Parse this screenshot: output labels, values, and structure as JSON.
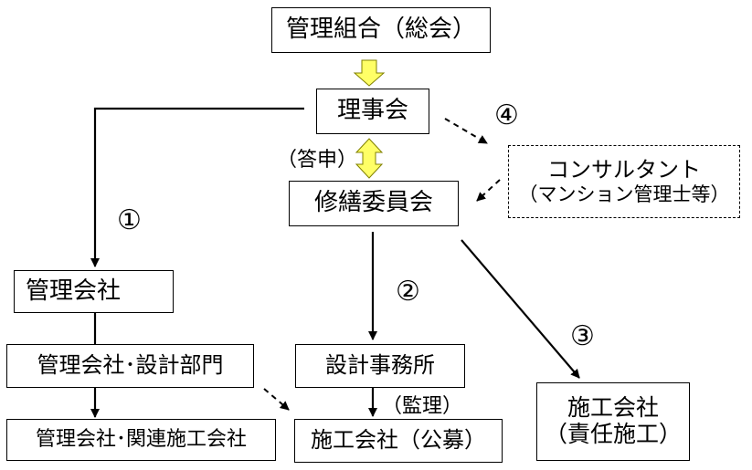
{
  "nodes": {
    "general_meeting": "管理組合（総会）",
    "board": "理事会",
    "repair_committee": "修繕委員会",
    "consultant_line1": "コンサルタント",
    "consultant_line2": "（マンション管理士等）",
    "mgmt_company": "管理会社",
    "mgmt_design_dept": "管理会社･設計部門",
    "mgmt_related_contractor": "管理会社･関連施工会社",
    "design_office": "設計事務所",
    "contractor_public": "施工会社（公募）",
    "contractor_resp_line1": "施工会社",
    "contractor_resp_line2": "（責任施工）"
  },
  "labels": {
    "report": "（答申）",
    "supervision": "（監理）"
  },
  "route_numbers": {
    "r1": "①",
    "r2": "②",
    "r3": "③",
    "r4": "④"
  },
  "colors": {
    "yellow_arrow": "#ffff66",
    "line": "#000000"
  }
}
